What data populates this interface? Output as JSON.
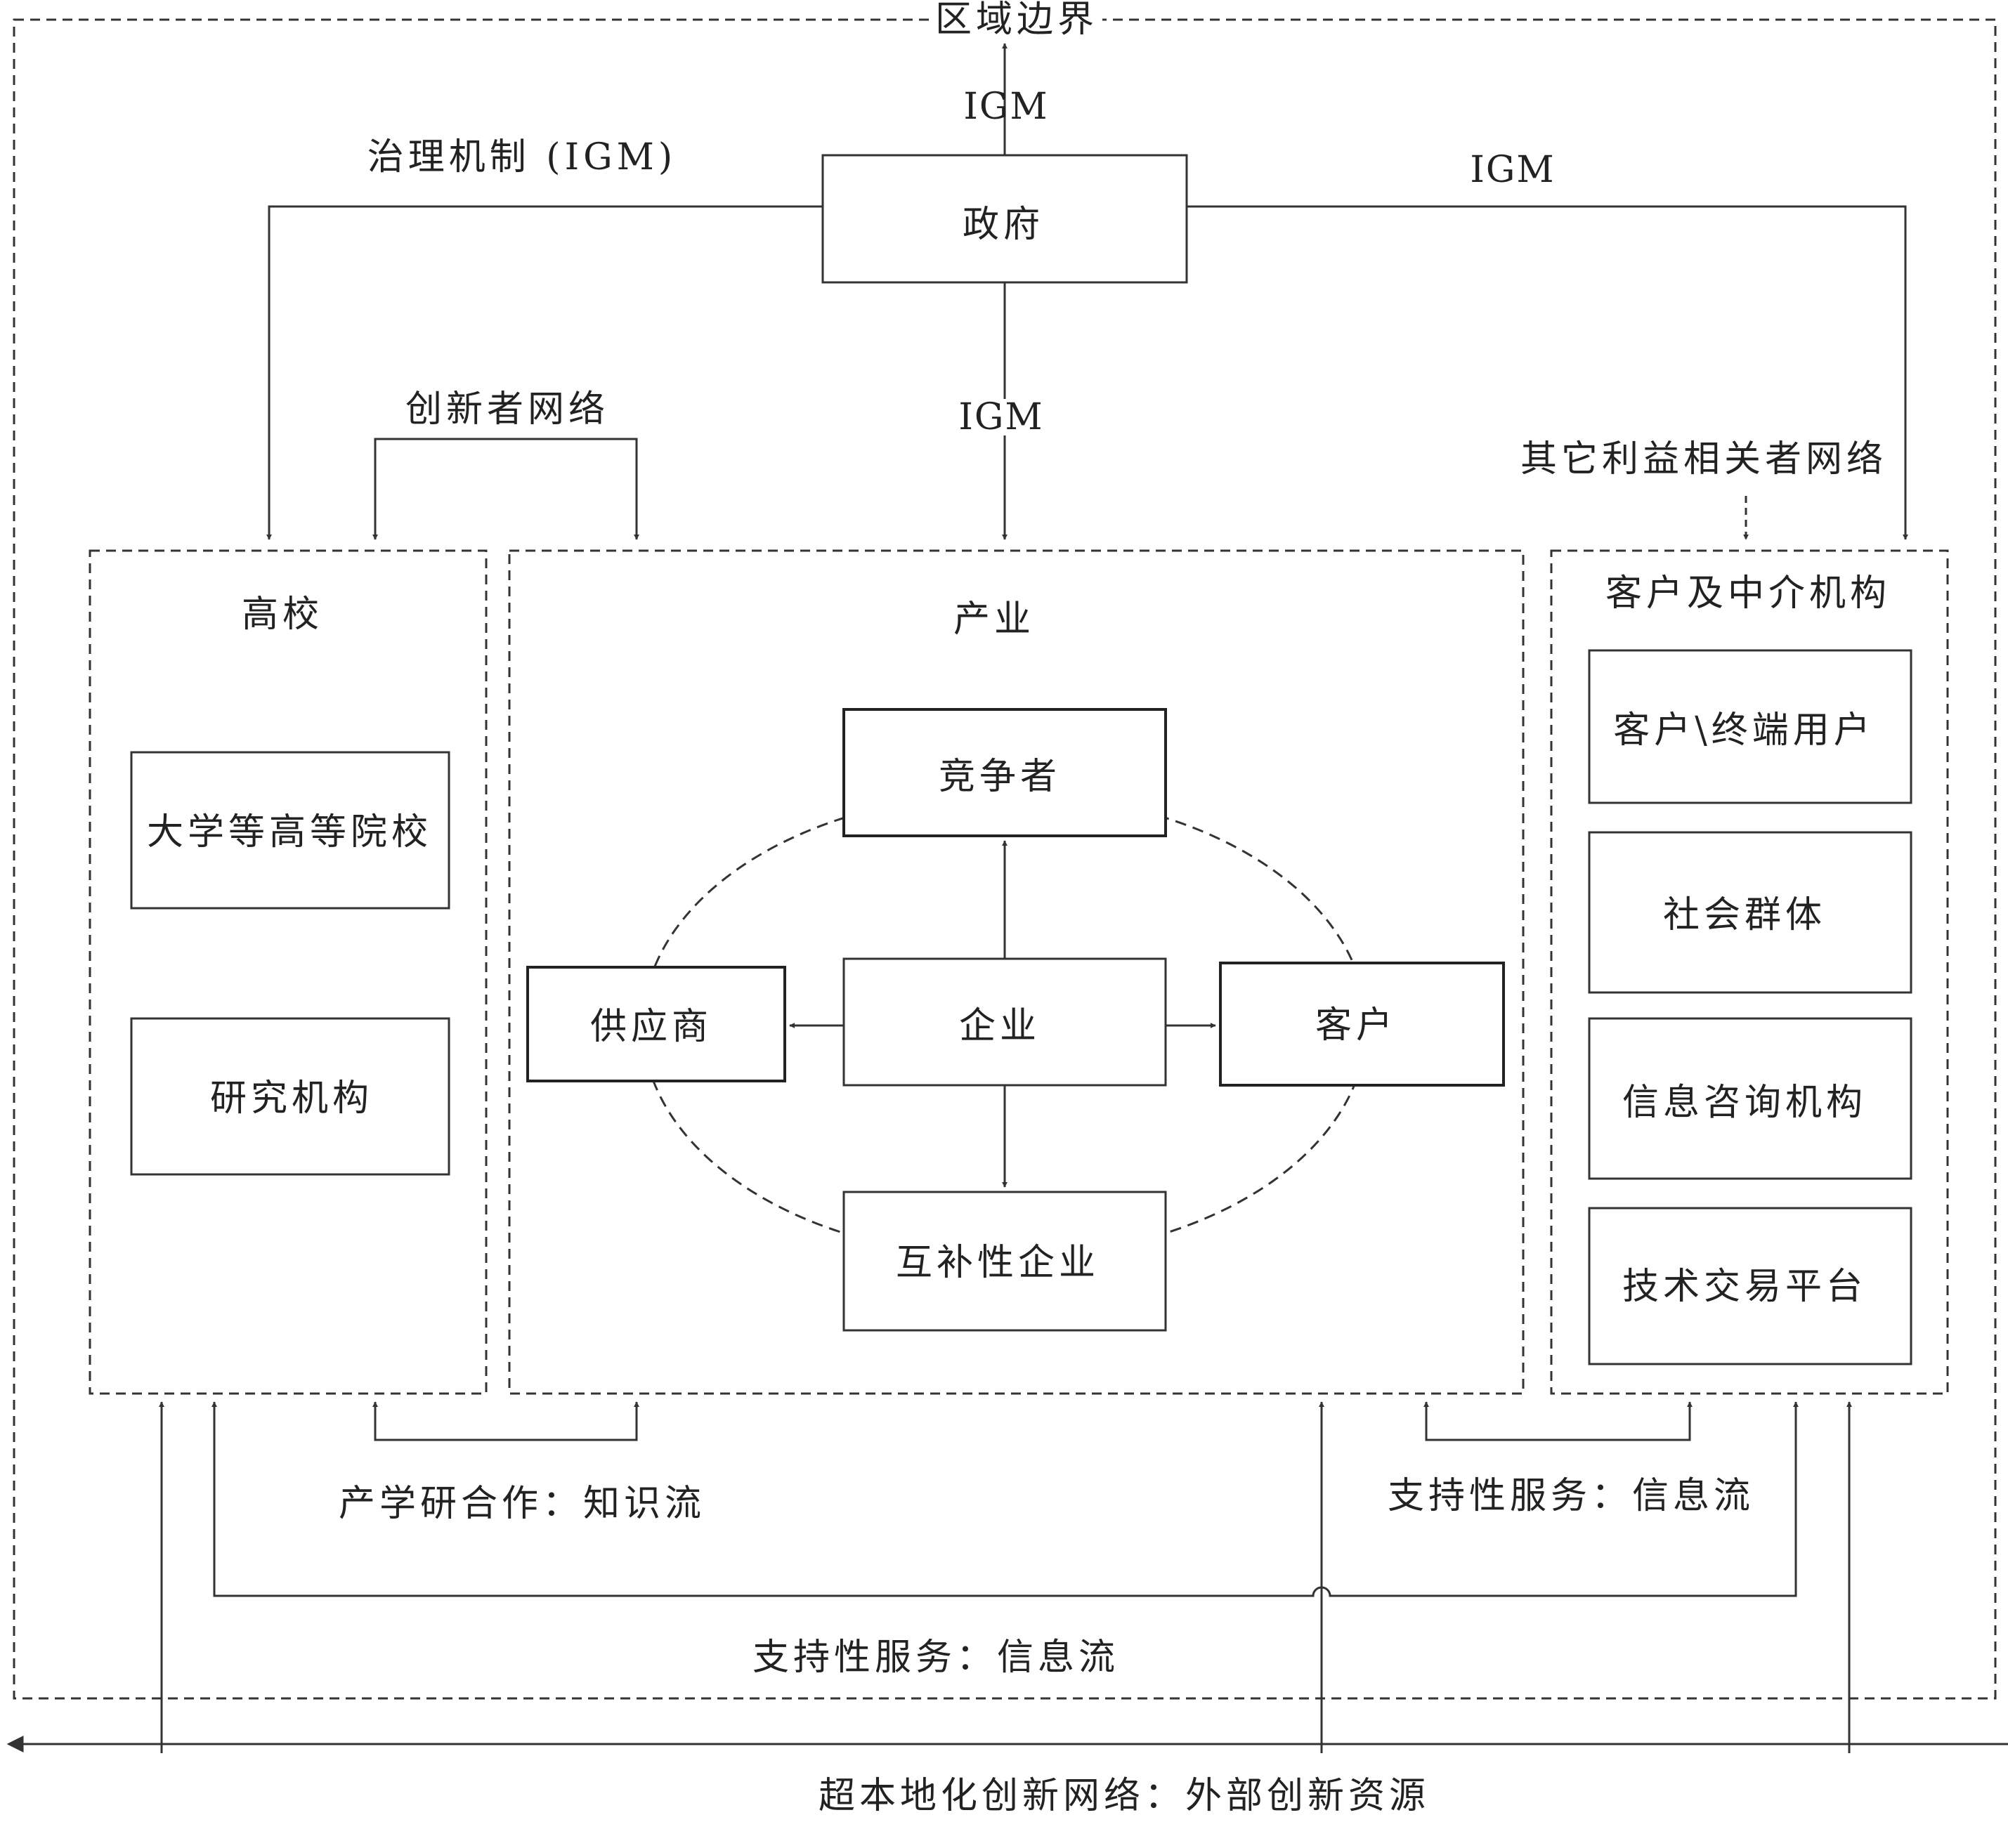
{
  "boundary_label": "区域边界",
  "government": {
    "label": "政府"
  },
  "igm_labels": {
    "top": "IGM",
    "left": "治理机制 (IGM)",
    "right": "IGM",
    "down": "IGM"
  },
  "innovator_network": "创新者网络",
  "other_stakeholders_network": "其它利益相关者网络",
  "university_group": {
    "title": "高校",
    "items": [
      "大学等高等院校",
      "研究机构"
    ]
  },
  "industry_group": {
    "title": "产业",
    "center": "企业",
    "competitor": "竞争者",
    "supplier": "供应商",
    "customer": "客户",
    "complementary": "互补性企业"
  },
  "client_group": {
    "title": "客户及中介机构",
    "items": [
      "客户\\终端用户",
      "社会群体",
      "信息咨询机构",
      "技术交易平台"
    ]
  },
  "flows": {
    "iur_cooperation": "产学研合作：知识流",
    "support_service_right": "支持性服务：信息流",
    "support_service_bottom": "支持性服务：信息流",
    "external": "超本地化创新网络：外部创新资源"
  },
  "colors": {
    "line": "#333333",
    "background": "#ffffff"
  }
}
